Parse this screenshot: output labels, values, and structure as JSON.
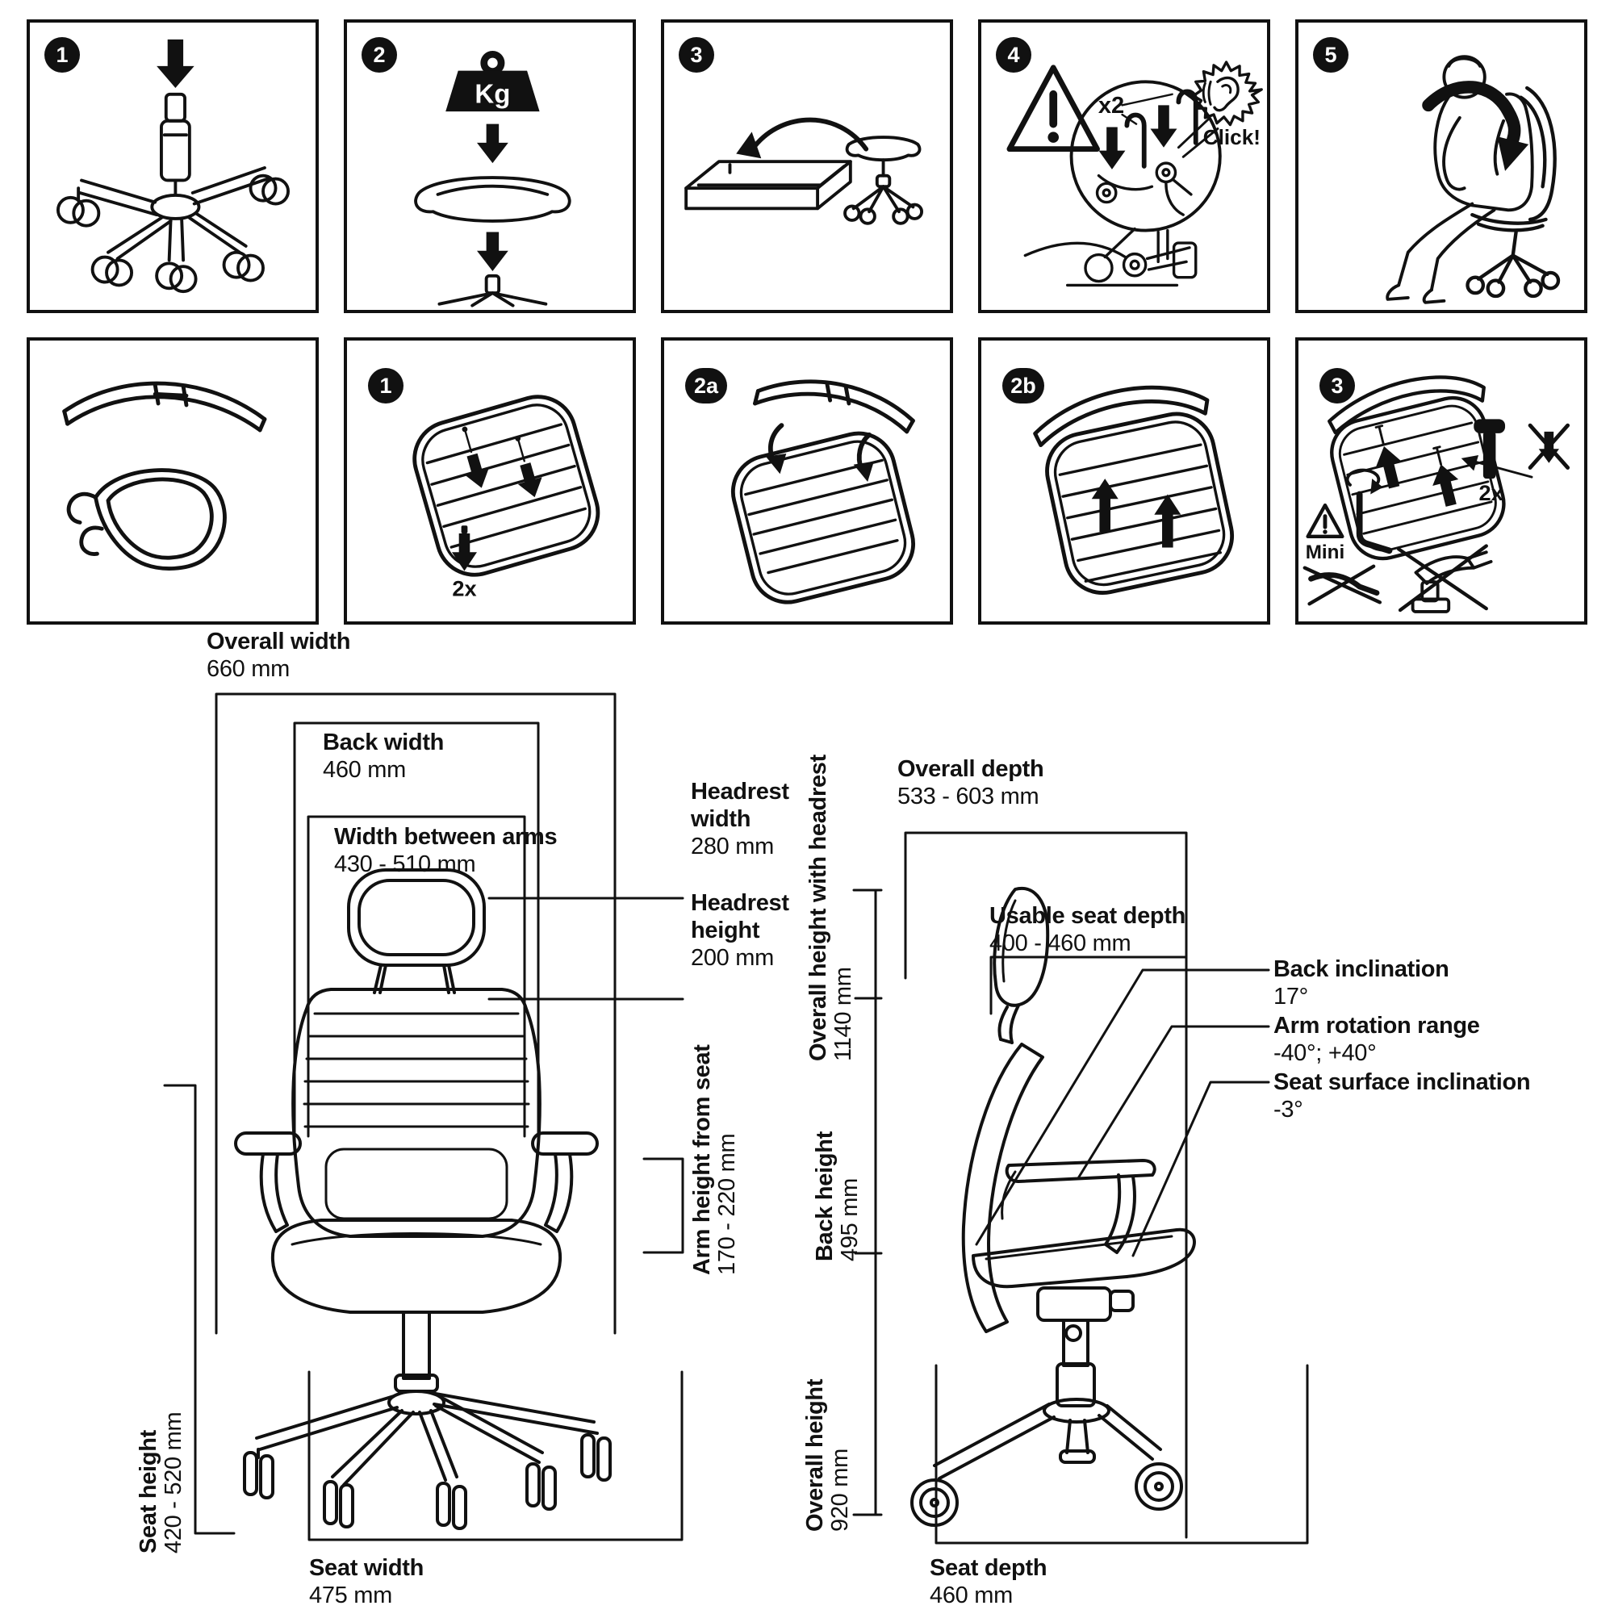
{
  "page": {
    "background": "#ffffff",
    "line_color": "#111111"
  },
  "assembly": {
    "row1": [
      {
        "badge": "1"
      },
      {
        "badge": "2",
        "weight_label": "Kg"
      },
      {
        "badge": "3"
      },
      {
        "badge": "4",
        "repeat_label": "x2",
        "click_label": "Click!"
      },
      {
        "badge": "5"
      }
    ],
    "row2": [
      {
        "badge": ""
      },
      {
        "badge": "1",
        "count_label": "2x"
      },
      {
        "badge": "2a"
      },
      {
        "badge": "2b"
      },
      {
        "badge": "3",
        "count_label": "2x",
        "tool_warning_label": "Mini"
      }
    ]
  },
  "front_view": {
    "overall_width": {
      "label": "Overall width",
      "value": "660 mm"
    },
    "back_width": {
      "label": "Back width",
      "value": "460 mm"
    },
    "width_between_arms": {
      "label": "Width between arms",
      "value": "430 - 510 mm"
    },
    "headrest_width": {
      "label": "Headrest width",
      "value": "280 mm"
    },
    "headrest_height": {
      "label": "Headrest height",
      "value": "200 mm"
    },
    "arm_height_from_seat": {
      "label": "Arm height from seat",
      "value": "170 - 220 mm"
    },
    "seat_height": {
      "label": "Seat height",
      "value": "420 - 520 mm"
    },
    "seat_width": {
      "label": "Seat width",
      "value": "475 mm"
    }
  },
  "side_view": {
    "overall_depth": {
      "label": "Overall depth",
      "value": "533 - 603 mm"
    },
    "usable_seat_depth": {
      "label": "Usable seat depth",
      "value": "400 - 460 mm"
    },
    "overall_height_with_headrest": {
      "label": "Overall height with headrest",
      "value": "1140 mm"
    },
    "back_height": {
      "label": "Back height",
      "value": "495 mm"
    },
    "overall_height": {
      "label": "Overall height",
      "value": "920 mm"
    },
    "seat_depth": {
      "label": "Seat depth",
      "value": "460 mm"
    },
    "back_inclination": {
      "label": "Back inclination",
      "value": "17°"
    },
    "arm_rotation_range": {
      "label": "Arm rotation range",
      "value": "-40°; +40°"
    },
    "seat_surface_inclination": {
      "label": "Seat surface inclination",
      "value": "-3°"
    }
  }
}
